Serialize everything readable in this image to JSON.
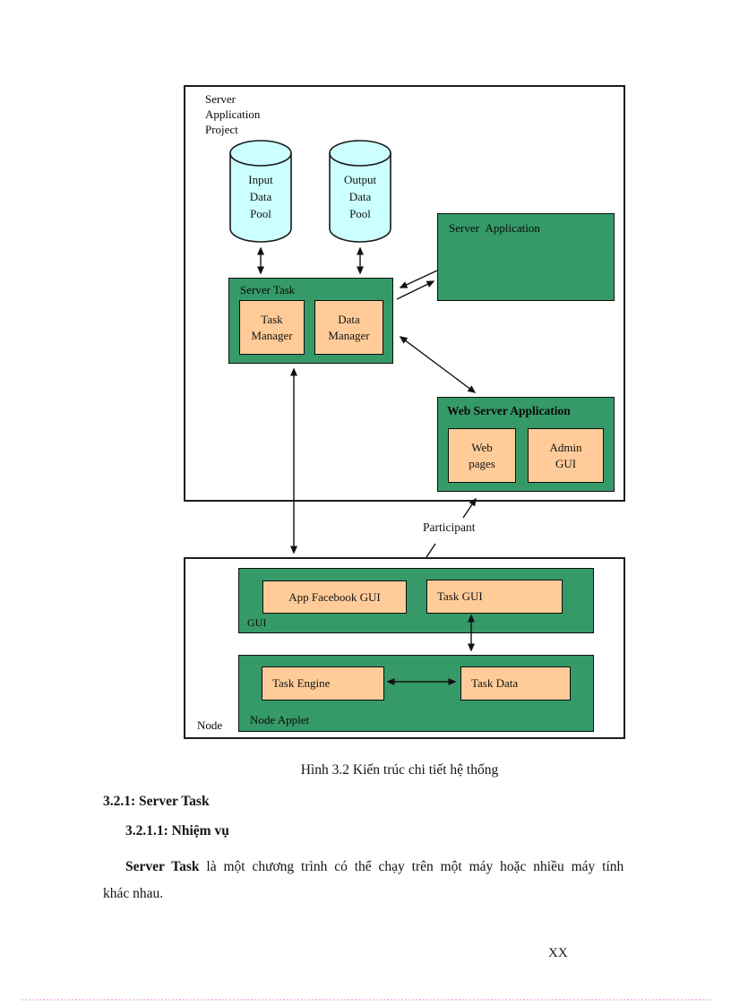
{
  "colors": {
    "green": "#359a68",
    "orange": "#ffcc99",
    "cyan": "#ccffff",
    "pink_divider": "#f2c4ee"
  },
  "diagram": {
    "project_box_label": "Server\nApplication\nProject",
    "input_pool_label": "Input\nData\nPool",
    "output_pool_label": "Output\nData\nPool",
    "server_task": {
      "label": "Server Task",
      "task_manager": "Task\nManager",
      "data_manager": "Data\nManager"
    },
    "server_application_label": "Server Application",
    "web_server_application": {
      "label": "Web Server Application",
      "web_pages": "Web\npages",
      "admin_gui": "Admin\nGUI"
    },
    "participant_label": "Participant",
    "node_box": {
      "label": "Node",
      "gui_group": {
        "label": "GUI",
        "app_facebook_gui": "App Facebook GUI",
        "task_gui": "Task GUI"
      },
      "node_applet_group": {
        "label": "Node Applet",
        "task_engine": "Task Engine",
        "task_data": "Task Data"
      }
    }
  },
  "caption": "Hình 3.2 Kiến trúc chi tiết hệ thống",
  "sections": {
    "heading_1": "3.2.1: Server Task",
    "heading_2": "3.2.1.1: Nhiệm vụ",
    "paragraph": {
      "bold_lead": "Server Task",
      "line_1_rest": " là một chương trình có thể chạy trên một máy hoặc nhiều máy tính",
      "line_2": "khác nhau."
    }
  },
  "page_number": "XX"
}
